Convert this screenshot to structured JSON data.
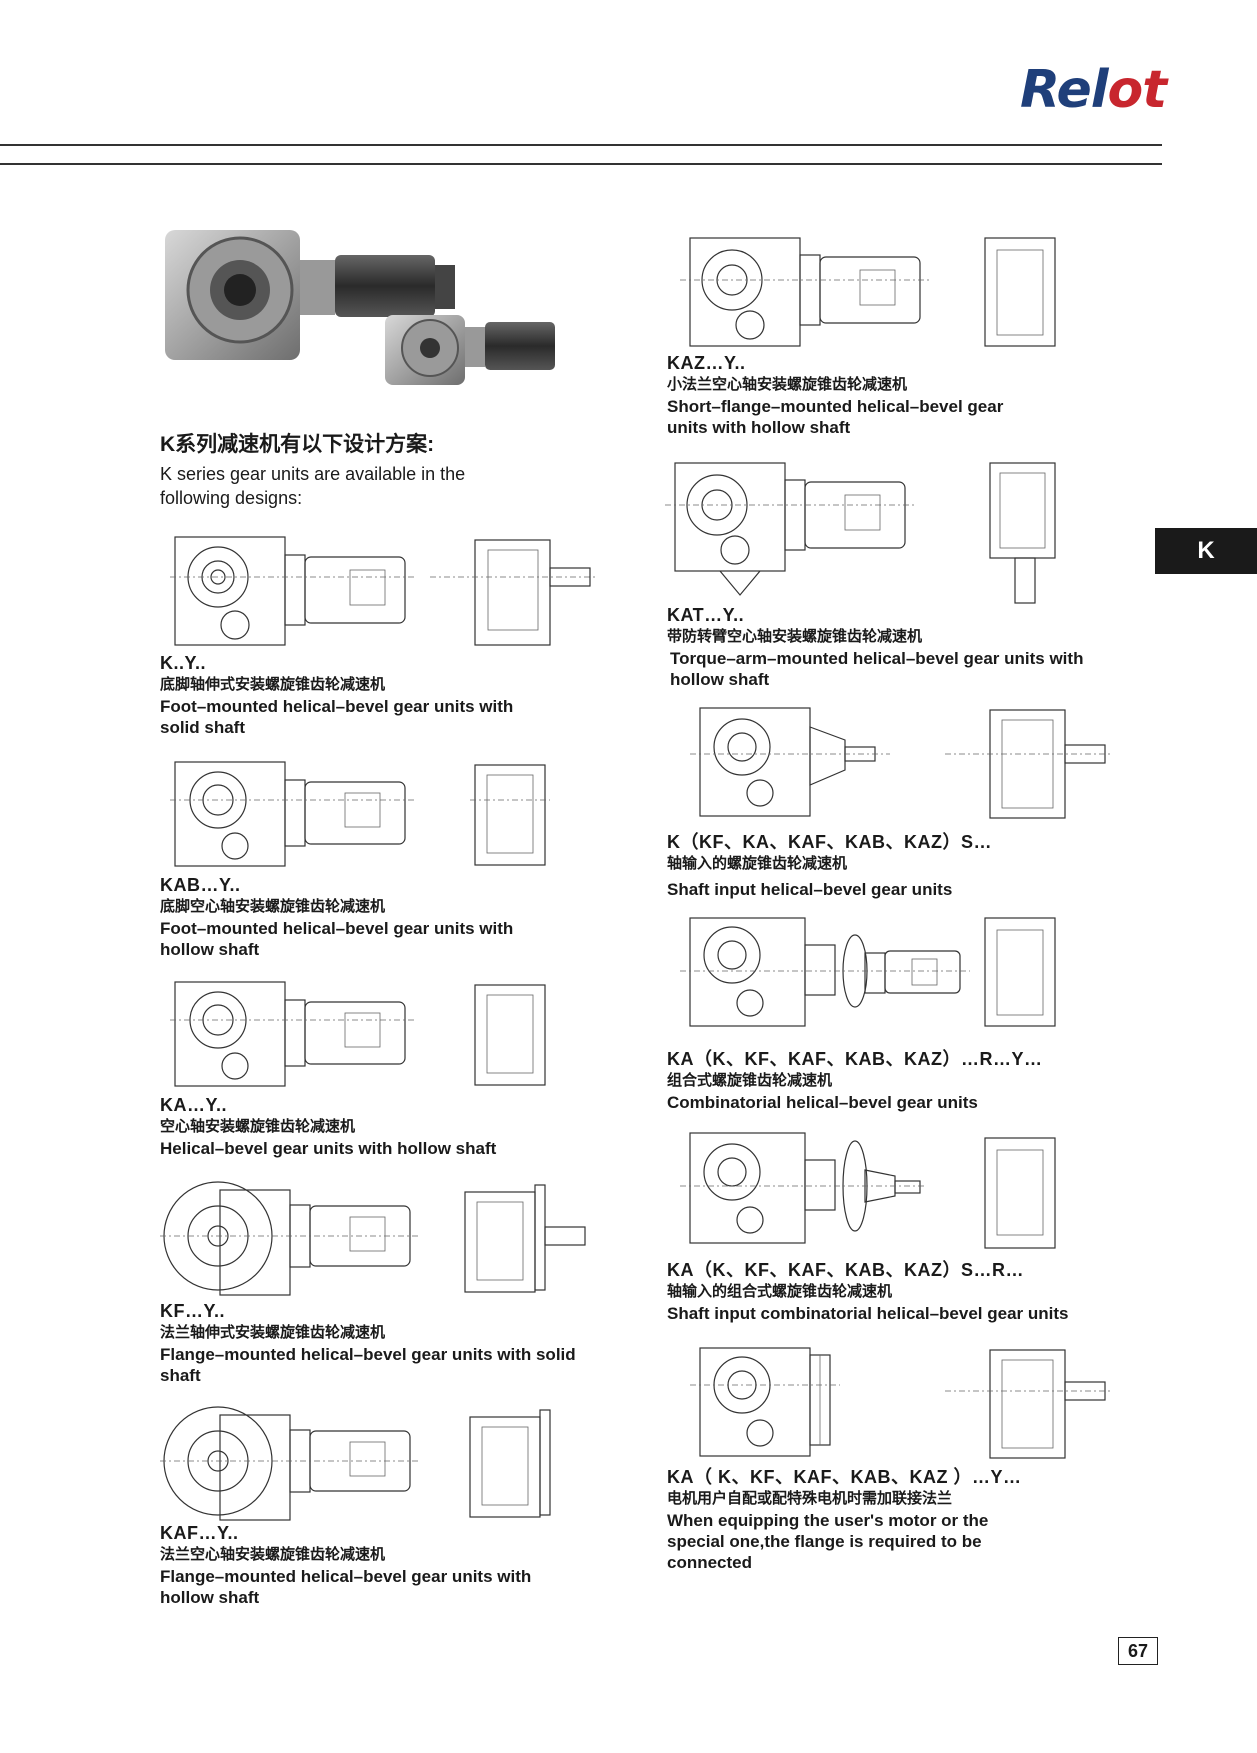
{
  "header": {
    "logo_part1": "Rel",
    "logo_part2": "ot"
  },
  "side_tab": "K",
  "intro": {
    "cn": "K系列减速机有以下设计方案:",
    "en": "K series gear units are available in the following designs:"
  },
  "left_blocks": [
    {
      "code": "K..Y..",
      "cn": "底脚轴伸式安装螺旋锥齿轮减速机",
      "en": "Foot–mounted helical–bevel gear units with solid shaft"
    },
    {
      "code": "KAB…Y..",
      "cn": "底脚空心轴安装螺旋锥齿轮减速机",
      "en": "Foot–mounted helical–bevel gear units with hollow shaft"
    },
    {
      "code": "KA…Y..",
      "cn": "空心轴安装螺旋锥齿轮减速机",
      "en": "Helical–bevel gear units with hollow shaft"
    },
    {
      "code": "KF…Y..",
      "cn": "法兰轴伸式安装螺旋锥齿轮减速机",
      "en": "Flange–mounted helical–bevel gear units with solid shaft"
    },
    {
      "code": "KAF…Y..",
      "cn": "法兰空心轴安装螺旋锥齿轮减速机",
      "en": "Flange–mounted helical–bevel gear units with hollow shaft"
    }
  ],
  "right_blocks": [
    {
      "code": "KAZ…Y..",
      "cn": "小法兰空心轴安装螺旋锥齿轮减速机",
      "en": "Short–flange–mounted helical–bevel gear units with hollow shaft"
    },
    {
      "code": "KAT…Y..",
      "cn": "带防转臂空心轴安装螺旋锥齿轮减速机",
      "en": "Torque–arm–mounted helical–bevel gear units with hollow shaft"
    },
    {
      "code": "K（KF、KA、KAF、KAB、KAZ）S…",
      "cn": "轴输入的螺旋锥齿轮减速机",
      "en": "Shaft input helical–bevel gear units"
    },
    {
      "code": "KA（K、KF、KAF、KAB、KAZ）…R…Y…",
      "cn": "组合式螺旋锥齿轮减速机",
      "en": "Combinatorial  helical–bevel gear units"
    },
    {
      "code": "KA（K、KF、KAF、KAB、KAZ）S…R…",
      "cn": "轴输入的组合式螺旋锥齿轮减速机",
      "en": "Shaft input combinatorial helical–bevel gear units"
    },
    {
      "code": "KA（ K、KF、KAF、KAB、KAZ ）…Y…",
      "cn": "电机用户自配或配特殊电机时需加联接法兰",
      "en": "When equipping the user's motor or the special one,the flange is required to be connected"
    }
  ],
  "page_number": "67"
}
